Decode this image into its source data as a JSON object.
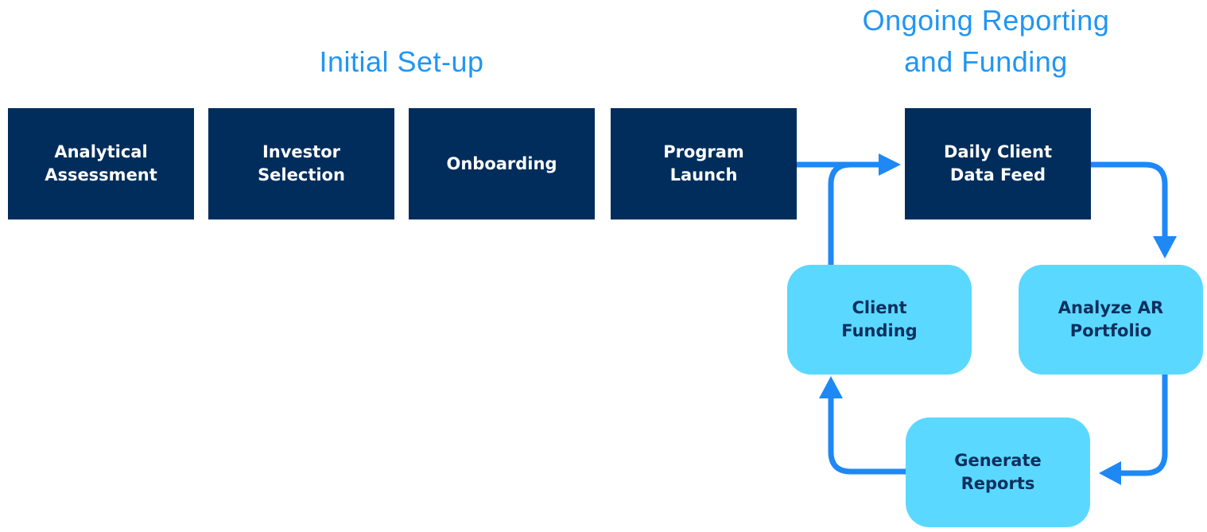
{
  "sections": {
    "initial_title": "Initial Set-up",
    "ongoing_title_line1": "Ongoing Reporting",
    "ongoing_title_line2": "and Funding"
  },
  "setup_steps": [
    {
      "label": "Analytical\nAssessment"
    },
    {
      "label": "Investor\nSelection"
    },
    {
      "label": "Onboarding"
    },
    {
      "label": "Program\nLaunch"
    }
  ],
  "cycle_steps": {
    "daily_feed": "Daily Client\nData Feed",
    "analyze": "Analyze AR\nPortfolio",
    "reports": "Generate\nReports",
    "funding": "Client\nFunding"
  },
  "colors": {
    "dark_box": "#002d5c",
    "light_box": "#5bd8ff",
    "arrow": "#1e88f5",
    "title": "#2196f3"
  }
}
